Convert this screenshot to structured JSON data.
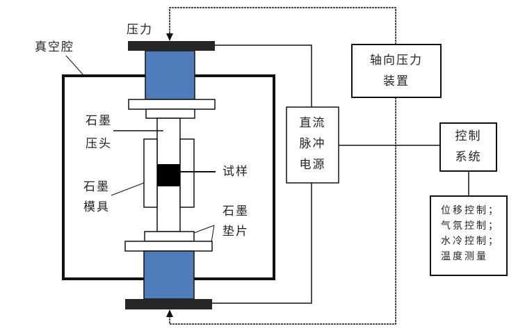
{
  "labels": {
    "pressure": "压力",
    "vacuum_chamber": "真空腔",
    "graphite_punch_line1": "石墨",
    "graphite_punch_line2": "压头",
    "graphite_mold_line1": "石墨",
    "graphite_mold_line2": "模具",
    "sample": "试样",
    "graphite_spacer_line1": "石墨",
    "graphite_spacer_line2": "垫片"
  },
  "boxes": {
    "axial_pressure": {
      "line1": "轴向压力",
      "line2": "装置"
    },
    "dc_pulse_power": {
      "line1": "直流",
      "line2": "脉冲",
      "line3": "电源"
    },
    "control_system": {
      "line1": "控制",
      "line2": "系统"
    },
    "control_functions": [
      "位移控制；",
      "气氛控制；",
      "水冷控制；",
      "温度测量"
    ]
  },
  "colors": {
    "electrode_blue": "#4f7dbb",
    "plate_dark": "#262626",
    "sample_black": "#000000",
    "line": "#111111"
  }
}
